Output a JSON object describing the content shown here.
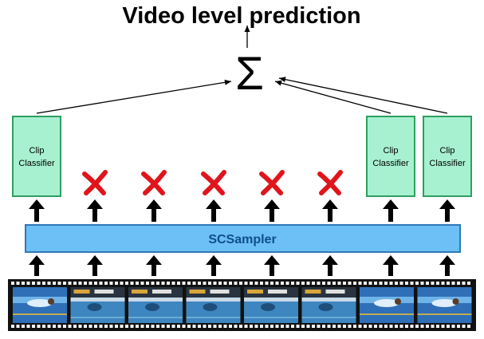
{
  "title": "Video level prediction",
  "sum_symbol": "Σ",
  "sampler_label": "SCSampler",
  "classifier_label_line1": "Clip",
  "classifier_label_line2": "Classifier",
  "columns": [
    {
      "status": "classifier",
      "scene": "blue-water"
    },
    {
      "status": "rejected",
      "scene": "pool-wall"
    },
    {
      "status": "rejected",
      "scene": "pool-wall"
    },
    {
      "status": "rejected",
      "scene": "pool-wall"
    },
    {
      "status": "rejected",
      "scene": "pool-wall"
    },
    {
      "status": "rejected",
      "scene": "pool-wall"
    },
    {
      "status": "classifier",
      "scene": "blue-water"
    },
    {
      "status": "classifier",
      "scene": "blue-water"
    }
  ],
  "colors": {
    "classifier_fill": "#a7f0d0",
    "classifier_border": "#2e9f5f",
    "sampler_fill": "#6cc0f5",
    "sampler_border": "#2f78b8",
    "sampler_text": "#0f4e8a",
    "reject_mark": "#e0141c",
    "film_strip": "#111111",
    "arrow": "#000000"
  }
}
